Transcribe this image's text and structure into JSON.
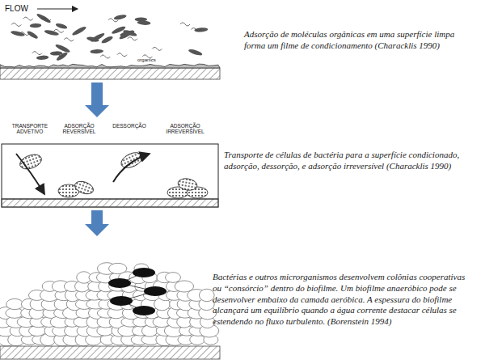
{
  "diagram": {
    "nodes": [
      {
        "text": [
          "Adsorção de moléculas orgânicas em uma superfície limpa forma um filme de condicionamento (Characklis 1990)"
        ]
      },
      {
        "text": [
          "Transporte de células de bactéria para a superfície condicionado, adsorção, dessorção, e adsorção irreversível (Characklis 1990)"
        ]
      },
      {
        "text": [
          "Bactérias e outros microrganismos desenvolvem colônias cooperativas ou “consórcio” dentro do biofilme. Um biofilme anaeróbico pode se desenvolver embaixo da camada aeróbica. A espessura do biofilme alcançará um equilíbrio quando a água corrente destacar células se estendendo no fluxo turbulento. (Borenstein 1994)"
        ]
      }
    ],
    "edges": [
      {
        "from": 0,
        "to": 1,
        "arrow": "to"
      },
      {
        "from": 1,
        "to": 2,
        "arrow": "to"
      }
    ],
    "labels": [
      "FLOW",
      "organics",
      "TRANSPORTE ADVETIVO",
      "ADSORÇÃO REVERSÍVEL",
      "DESSORÇÃO",
      "ADSORÇÃO IRREVERSÍVEL"
    ]
  }
}
